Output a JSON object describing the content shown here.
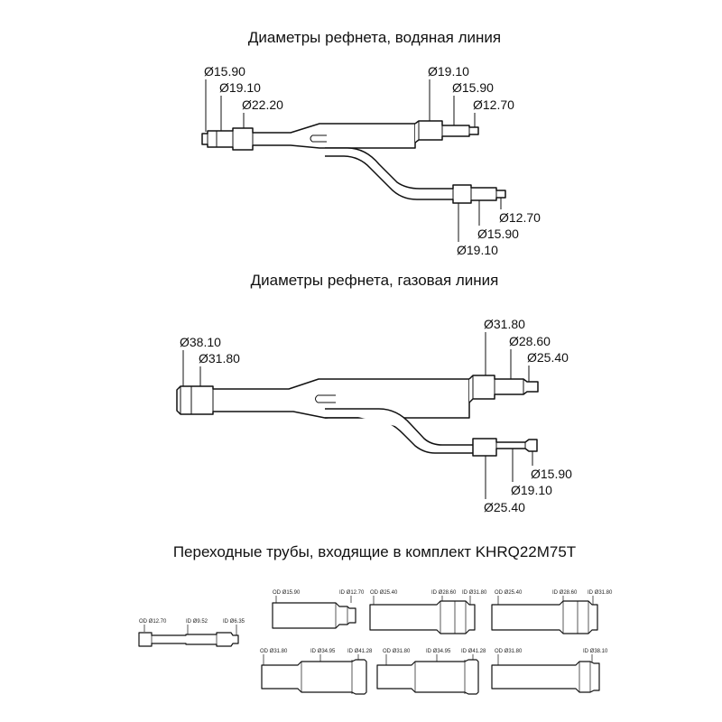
{
  "liquid": {
    "title": "Диаметры рефнета, водяная линия",
    "inlet": [
      "Ø15.90",
      "Ø19.10",
      "Ø22.20"
    ],
    "top_outlet": [
      "Ø19.10",
      "Ø15.90",
      "Ø12.70"
    ],
    "bottom_outlet": [
      "Ø12.70",
      "Ø15.90",
      "Ø19.10"
    ]
  },
  "gas": {
    "title": "Диаметры рефнета, газовая линия",
    "inlet": [
      "Ø38.10",
      "Ø31.80"
    ],
    "top_outlet": [
      "Ø31.80",
      "Ø28.60",
      "Ø25.40"
    ],
    "bottom_outlet": [
      "Ø15.90",
      "Ø19.10",
      "Ø25.40"
    ]
  },
  "adapters": {
    "title": "Переходные трубы, входящие в комплект KHRQ22M75T",
    "small": [
      "OD Ø12.70",
      "ID Ø9.52",
      "ID Ø6.35"
    ],
    "a1": [
      "OD Ø15.90",
      "ID Ø12.70"
    ],
    "a2": [
      "OD Ø25.40",
      "ID Ø28.60",
      "ID Ø31.80"
    ],
    "a3": [
      "OD Ø25.40",
      "ID Ø28.60",
      "ID Ø31.80"
    ],
    "a4": [
      "OD Ø31.80",
      "ID Ø34.95",
      "ID Ø41.28"
    ],
    "a5": [
      "OD Ø31.80",
      "ID Ø34.95",
      "ID Ø41.28"
    ],
    "a6": [
      "OD Ø31.80",
      "ID Ø38.10"
    ]
  }
}
